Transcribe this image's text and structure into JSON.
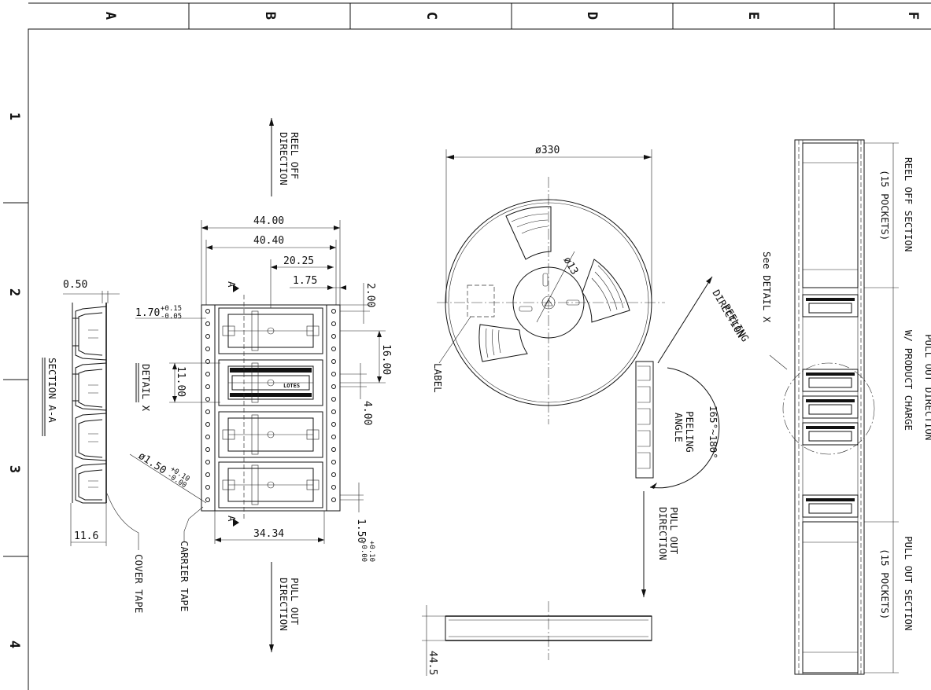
{
  "zones_top": [
    "A",
    "B",
    "C",
    "D",
    "E",
    "F"
  ],
  "zones_left": [
    "1",
    "2",
    "3",
    "4"
  ],
  "dims": {
    "w44": "44.00",
    "w40": "40.40",
    "w2025": "20.25",
    "w175": "1.75",
    "h2": "2.00",
    "h16": "16.00",
    "h4": "4.00",
    "h11": "11.00",
    "d170_base": "1.70",
    "d170_tol_up": "+0.15",
    "d170_tol_dn": "-0.05",
    "d150_base": "ø1.50",
    "d150_tol_up": "+0.10",
    "d150_tol_dn": "-0.00",
    "w3434": "34.34",
    "t150_base": "1.50",
    "t150_tol_up": "+0.10",
    "t150_tol_dn": "-0.00",
    "t050": "0.50",
    "w116": "11.6",
    "reel_dia": "ø330",
    "hub_dia": "ø13",
    "reel_width": "44.5",
    "peel_angle": "165°~180°"
  },
  "labels": {
    "reel_off_1": "REEL OFF",
    "reel_off_2": "DIRECTION",
    "pull_out_1": "PULL OUT",
    "pull_out_2": "DIRECTION",
    "section": "SECTION A-A",
    "detail": "DETAIL X",
    "cover_tape": "COVER TAPE",
    "carrier_tape": "CARRIER TAPE",
    "section_mark": "A",
    "label": "LABEL",
    "peeling_dir_1": "PEELING",
    "peeling_dir_2": "DIRECTION",
    "peeling_angle_1": "PEELING",
    "peeling_angle_2": "ANGLE",
    "pull_out_dir_1": "PULL OUT",
    "pull_out_dir_2": "DIRECTION",
    "reel_off_section": "REEL OFF SECTION",
    "reel_off_pockets": "(15 POCKETS)",
    "see_detail": "See DETAIL X",
    "pull_out_direction": "PULL OUT DIRECTION",
    "product_charge": "W/ PRODUCT CHARGE",
    "pull_out_section": "PULL OUT SECTION",
    "pull_out_pockets": "(15 POCKETS)",
    "brand": "LOTES"
  }
}
